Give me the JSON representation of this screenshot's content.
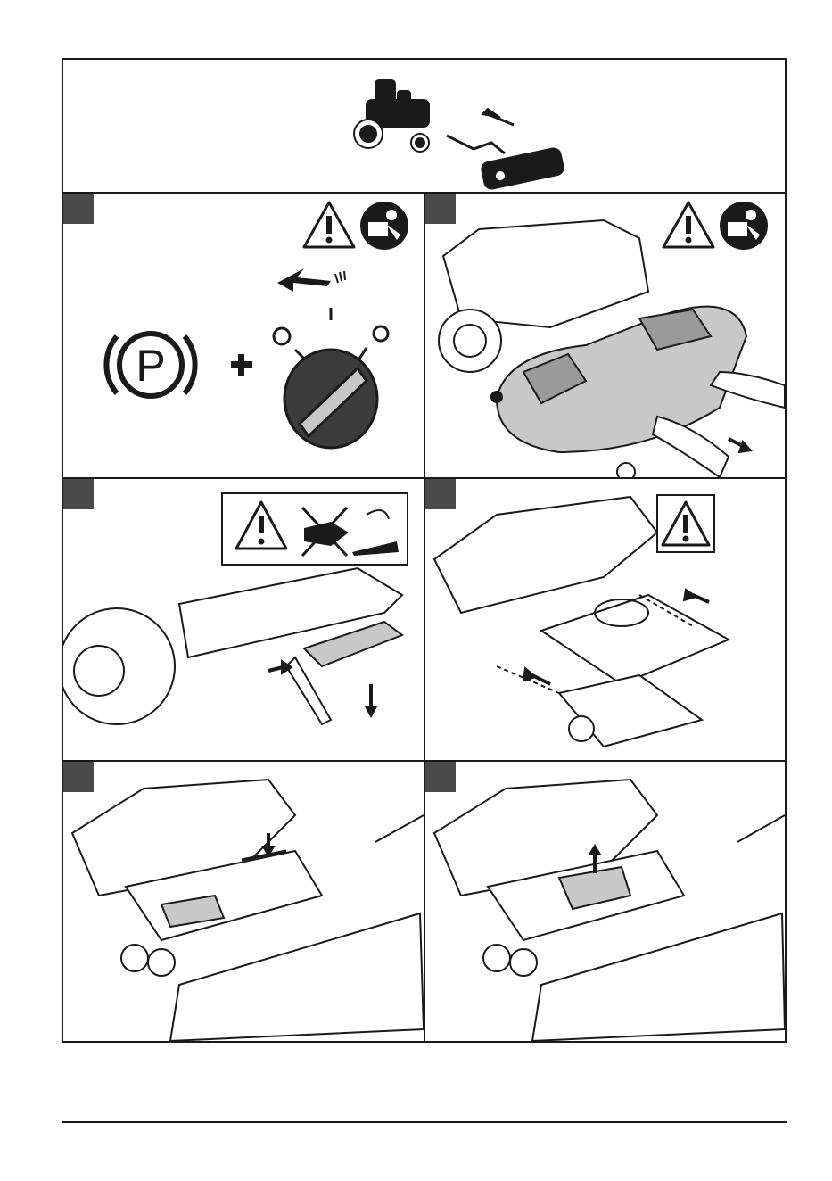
{
  "header": {
    "illustration_icon": "mower-with-attachment-icon"
  },
  "steps": [
    {
      "icons": [
        "warning-triangle-icon",
        "read-manual-icon"
      ],
      "symbols": [
        "parking-brake-icon",
        "plus-sign",
        "ignition-key-off-icon"
      ]
    },
    {
      "icons": [
        "warning-triangle-icon",
        "read-manual-icon"
      ],
      "illustration": "remove-mower-deck"
    },
    {
      "icons": [
        "warning-triangle-icon",
        "no-hands-pinch-icon"
      ],
      "illustration": "lever-release"
    },
    {
      "icons": [
        "warning-triangle-icon"
      ],
      "illustration": "attach-frame"
    },
    {
      "illustration": "lock-attachment"
    },
    {
      "illustration": "lift-plate"
    }
  ],
  "colors": {
    "line": "#1a1a1a",
    "marker": "#4a4a4a",
    "deck_gray": "#c8c8c8",
    "background": "#ffffff"
  }
}
